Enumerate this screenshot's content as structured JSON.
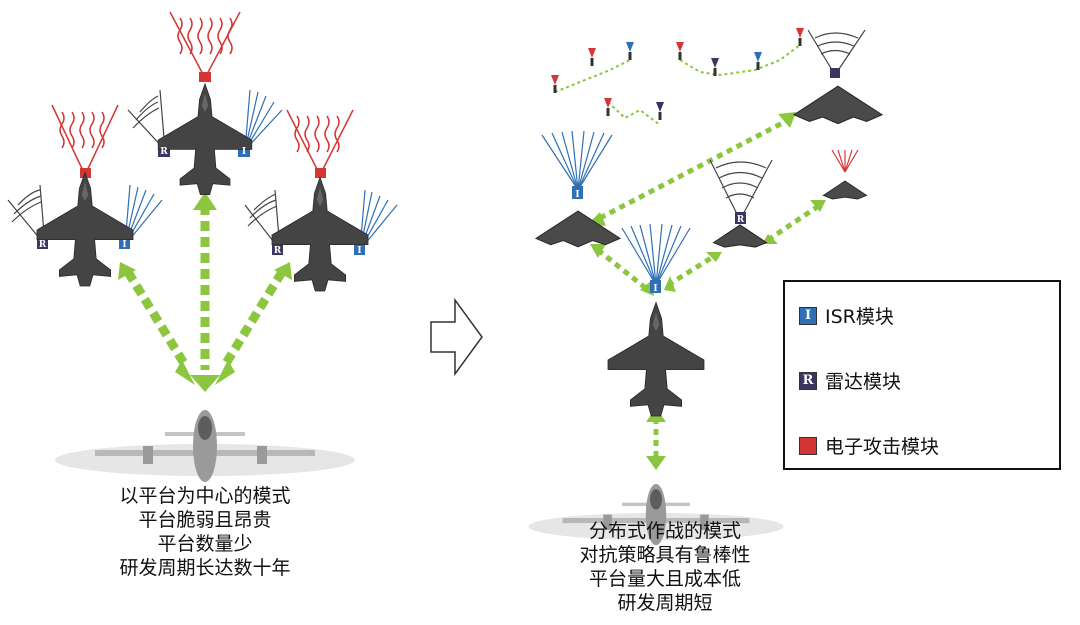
{
  "left_caption": [
    "以平台为中心的模式",
    "平台脆弱且昂贵",
    "平台数量少",
    "研发周期长达数十年"
  ],
  "right_caption": [
    "分布式作战的模式",
    "对抗策略具有鲁棒性",
    "平台量大且成本低",
    "研发周期短"
  ],
  "legend": {
    "items": [
      {
        "glyph": "I",
        "label": "ISR模块",
        "color": "#2f6fb5"
      },
      {
        "glyph": "R",
        "label": "雷达模块",
        "color": "#3d3560"
      },
      {
        "glyph": "",
        "label": "电子攻击模块",
        "color": "#d43535"
      }
    ]
  },
  "module_markers": {
    "isr": "I",
    "radar": "R"
  },
  "colors": {
    "link": "#8cc63f",
    "isr": "#2f6fb5",
    "radar": "#3d3560",
    "ea": "#d43535",
    "aircraft": "#444444"
  },
  "icons": [
    "hollow-arrow-right-icon",
    "fighter-jet-icon",
    "awacs-plane-icon",
    "drone-icon",
    "small-drone-icon"
  ]
}
